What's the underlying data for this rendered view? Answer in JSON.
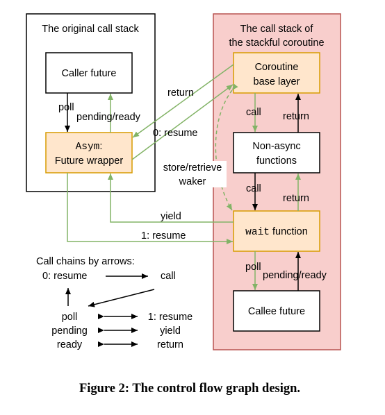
{
  "panels": {
    "original_title": "The original call stack",
    "coroutine_title": [
      "The call stack of",
      "the stackful coroutine"
    ]
  },
  "nodes": {
    "caller_future": "Caller future",
    "future_wrapper": {
      "code": "Asym",
      "sep": ":",
      "line2": "Future wrapper"
    },
    "coroutine_base": [
      "Coroutine",
      "base layer"
    ],
    "non_async": [
      "Non-async",
      "functions"
    ],
    "wait_function": {
      "code": "wait",
      "text": " function"
    },
    "callee_future": "Callee future"
  },
  "edges": {
    "poll_left": "poll",
    "pending_ready_left": "pending/ready",
    "return_to_wrapper": "return",
    "resume0": "0: resume",
    "call_upper": "call",
    "return_upper": "return",
    "store_retrieve": [
      "store/retrieve",
      "waker"
    ],
    "call_lower": "call",
    "return_lower": "return",
    "yield": "yield",
    "resume1": "1: resume",
    "poll_right": "poll",
    "pending_ready_right": "pending/ready"
  },
  "legend": {
    "title": "Call chains by arrows:",
    "resume0": "0: resume",
    "call": "call",
    "left": [
      "poll",
      "pending",
      "ready"
    ],
    "right": [
      "1: resume",
      "yield",
      "return"
    ]
  },
  "caption": "Figure 2: The control flow graph design.",
  "colors": {
    "green": "#82b366",
    "node_fill": "#ffe6cc",
    "node_stroke": "#d79b00",
    "panel_fill": "#f8cecc",
    "panel_stroke": "#b85450"
  }
}
